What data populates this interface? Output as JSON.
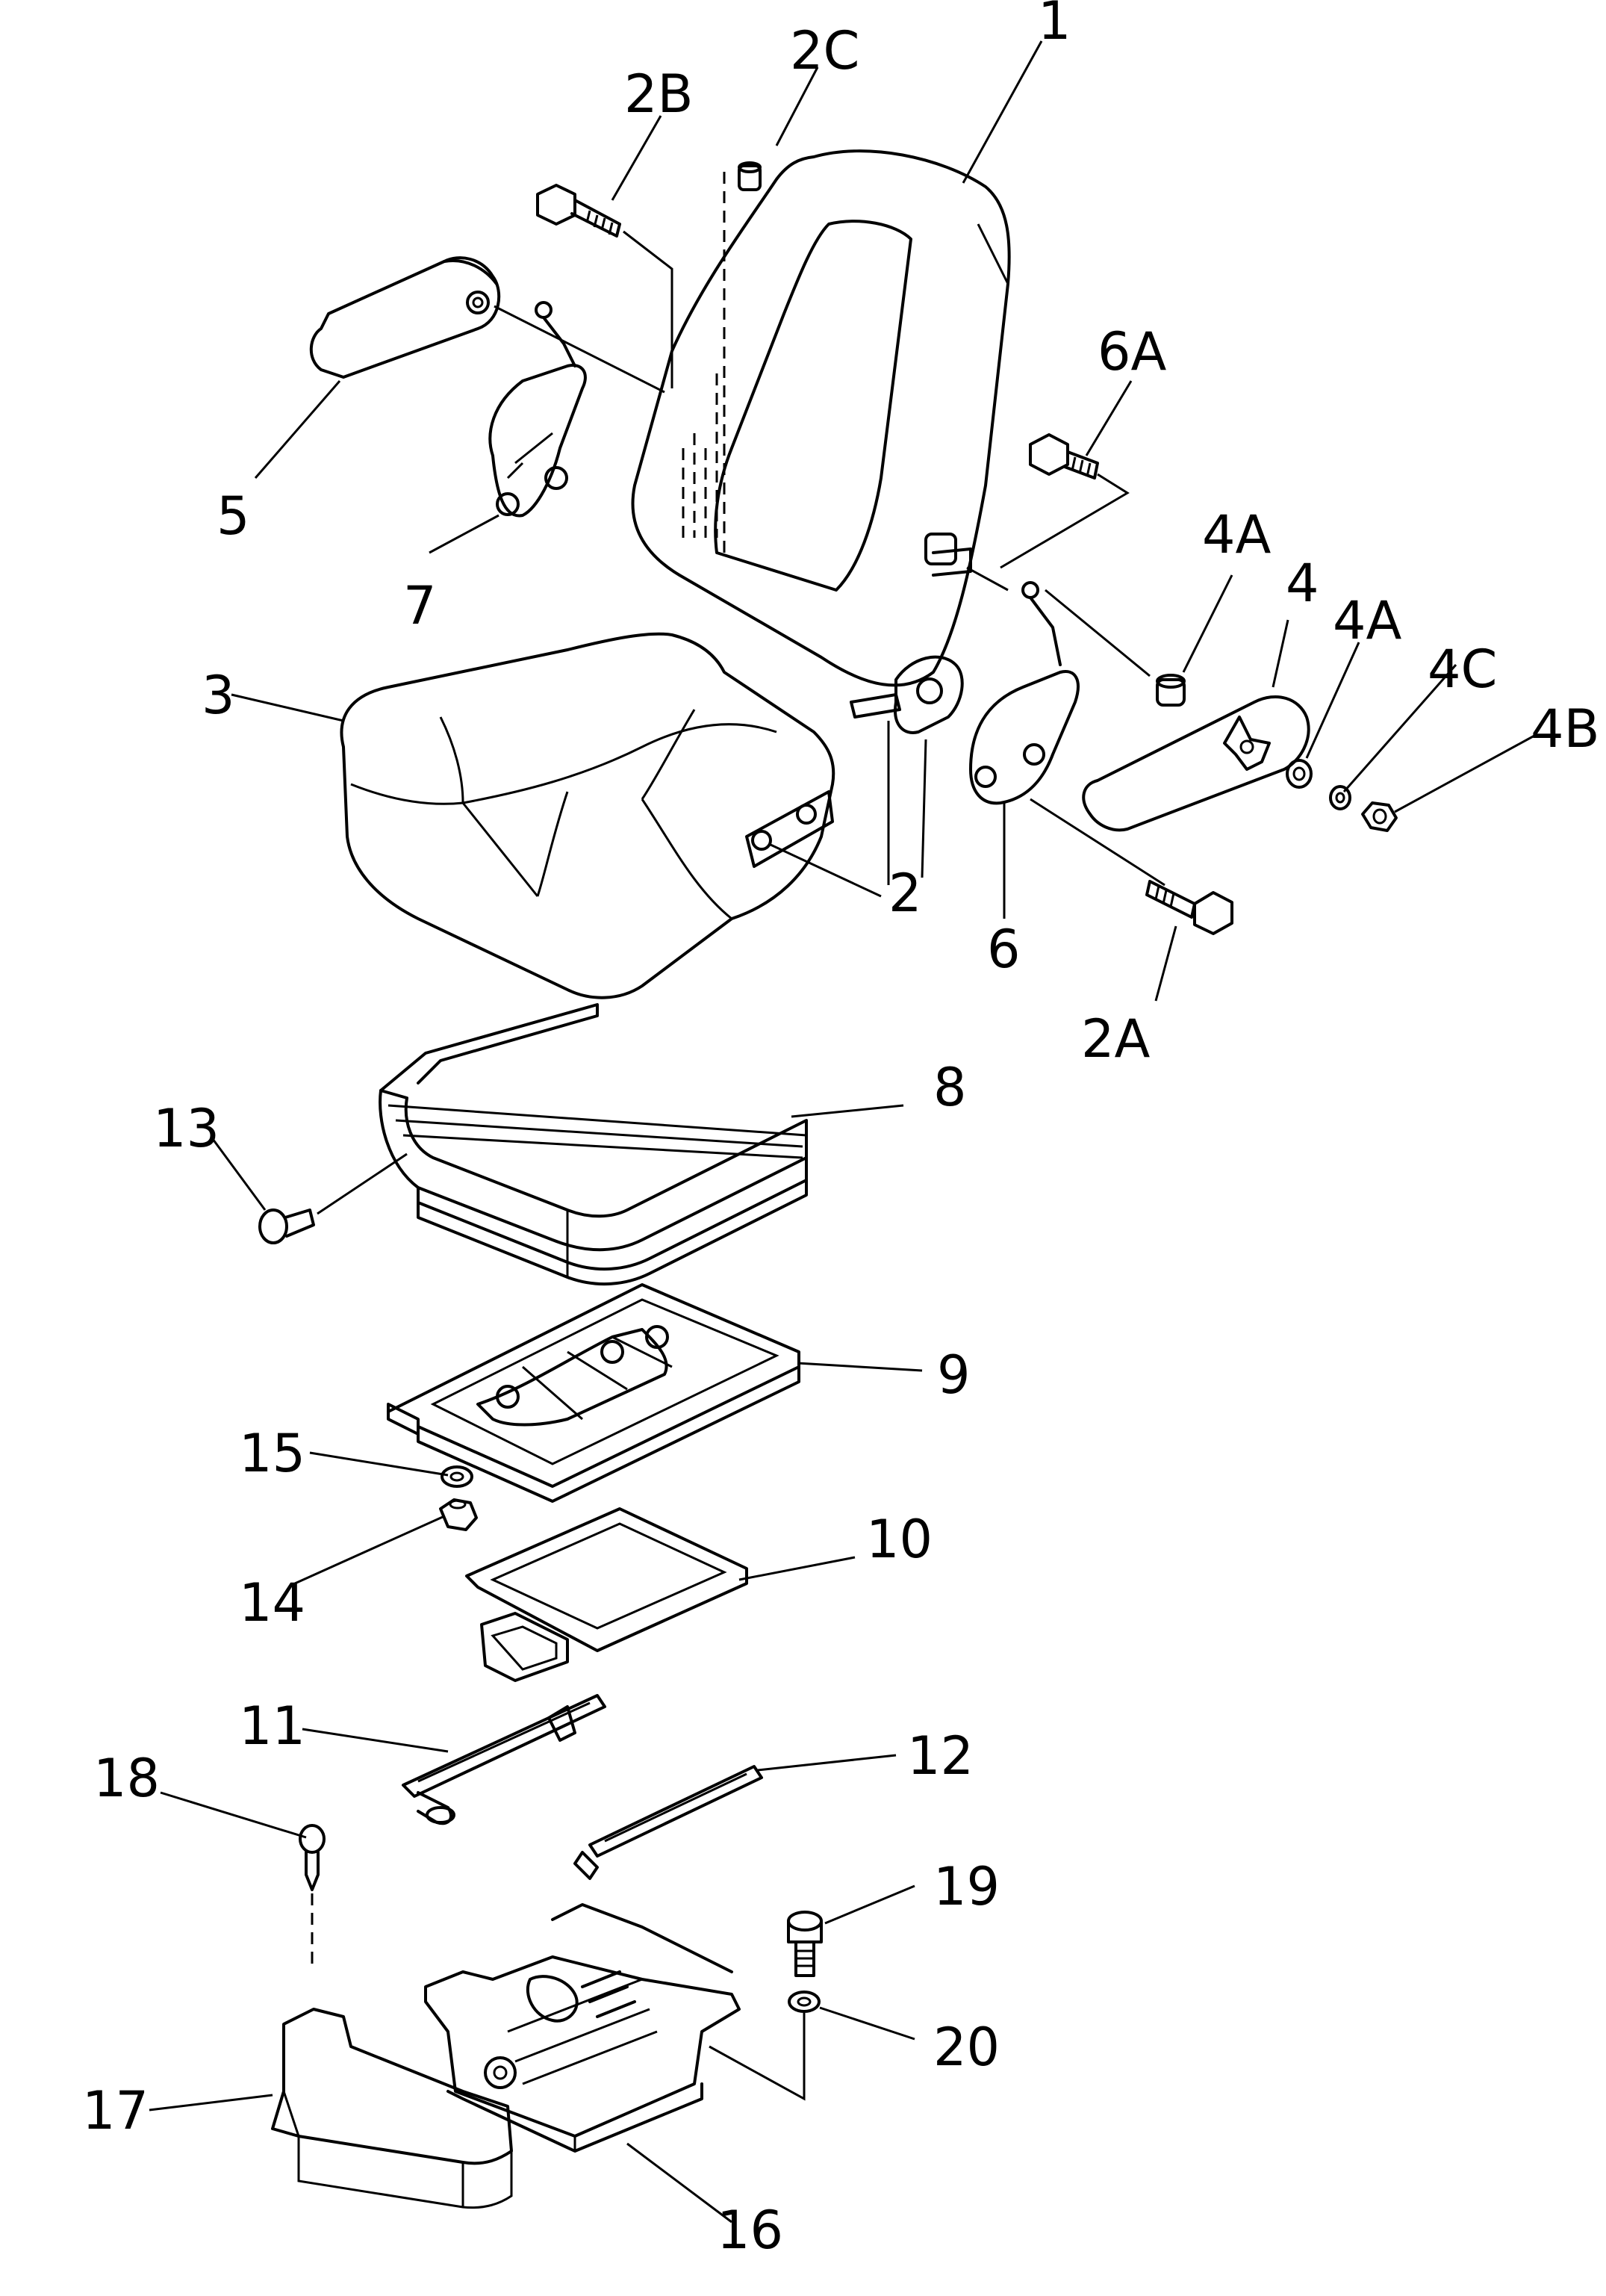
{
  "labels": {
    "l1": "1",
    "l2": "2",
    "l2a": "2A",
    "l2b": "2B",
    "l2c": "2C",
    "l3": "3",
    "l4": "4",
    "l4a_1": "4A",
    "l4a_2": "4A",
    "l4b": "4B",
    "l4c": "4C",
    "l5": "5",
    "l6": "6",
    "l6a": "6A",
    "l7": "7",
    "l8": "8",
    "l9": "9",
    "l10": "10",
    "l11": "11",
    "l12": "12",
    "l13": "13",
    "l14": "14",
    "l15": "15",
    "l16": "16",
    "l17": "17",
    "l18": "18",
    "l19": "19",
    "l20": "20"
  }
}
